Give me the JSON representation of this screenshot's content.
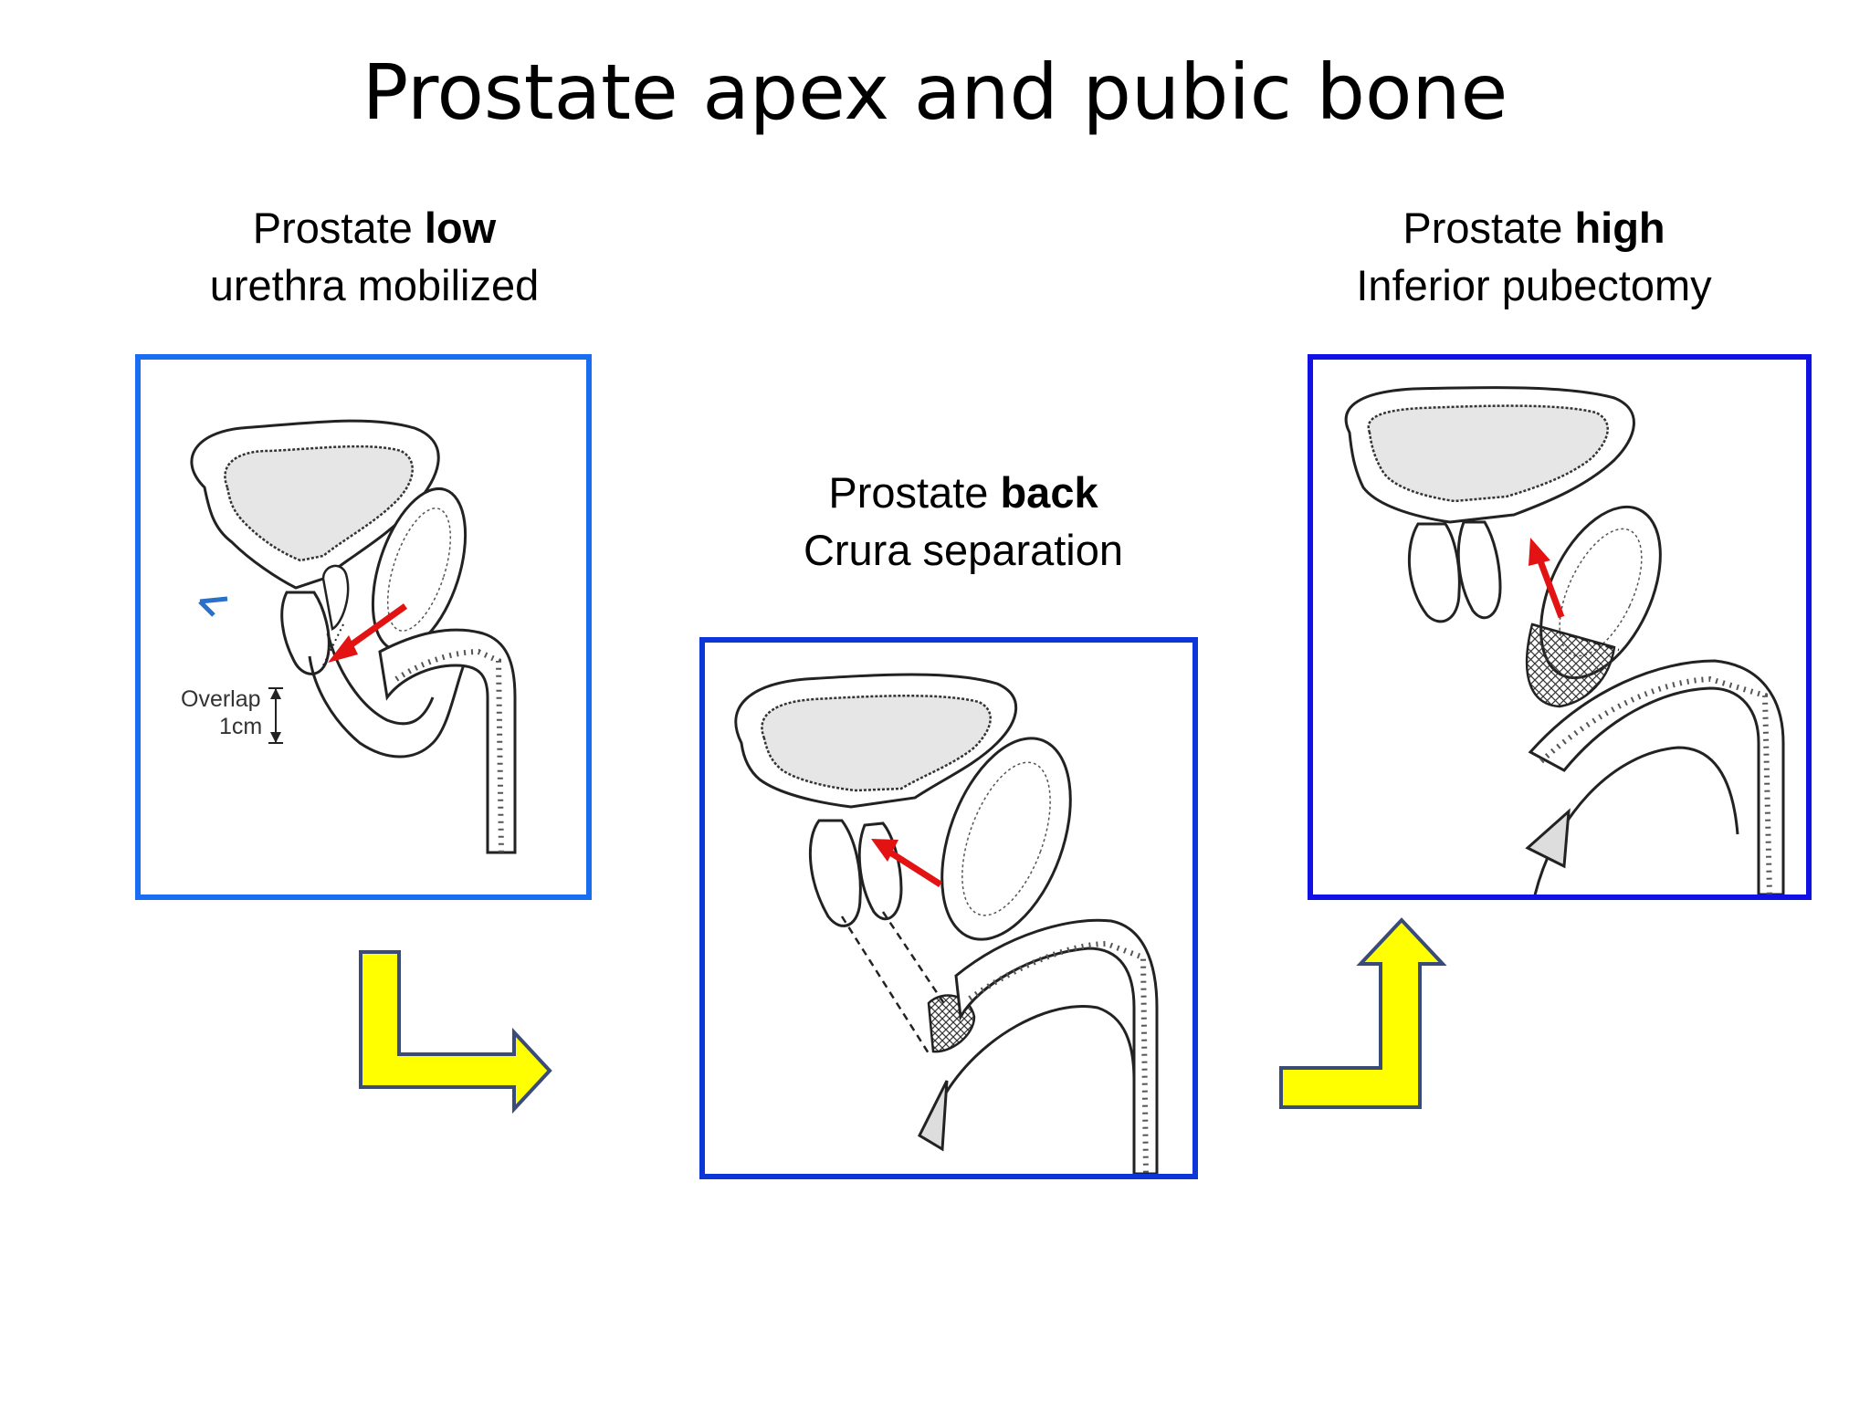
{
  "title": "Prostate apex and pubic bone",
  "captions": {
    "low": {
      "prefix": "Prostate ",
      "bold": "low",
      "line2": "urethra mobilized"
    },
    "back": {
      "prefix": "Prostate ",
      "bold": "back",
      "line2": "Crura separation"
    },
    "high": {
      "prefix": "Prostate ",
      "bold": "high",
      "line2": "Inferior pubectomy"
    }
  },
  "annotations": {
    "overlap_label": "Overlap",
    "overlap_length": "1cm"
  },
  "colors": {
    "frame_low": "#1a6cf0",
    "frame_back": "#0c37d6",
    "frame_high": "#1111e6",
    "pointer_arrow": "#e31313",
    "flow_arrow_fill": "#ffff00",
    "flow_arrow_stroke": "#3b4b78",
    "tissue_fill": "#e8e8e8"
  },
  "icons": {
    "flow_arrow_1": "right-turn-arrow",
    "flow_arrow_2": "up-turn-arrow"
  }
}
